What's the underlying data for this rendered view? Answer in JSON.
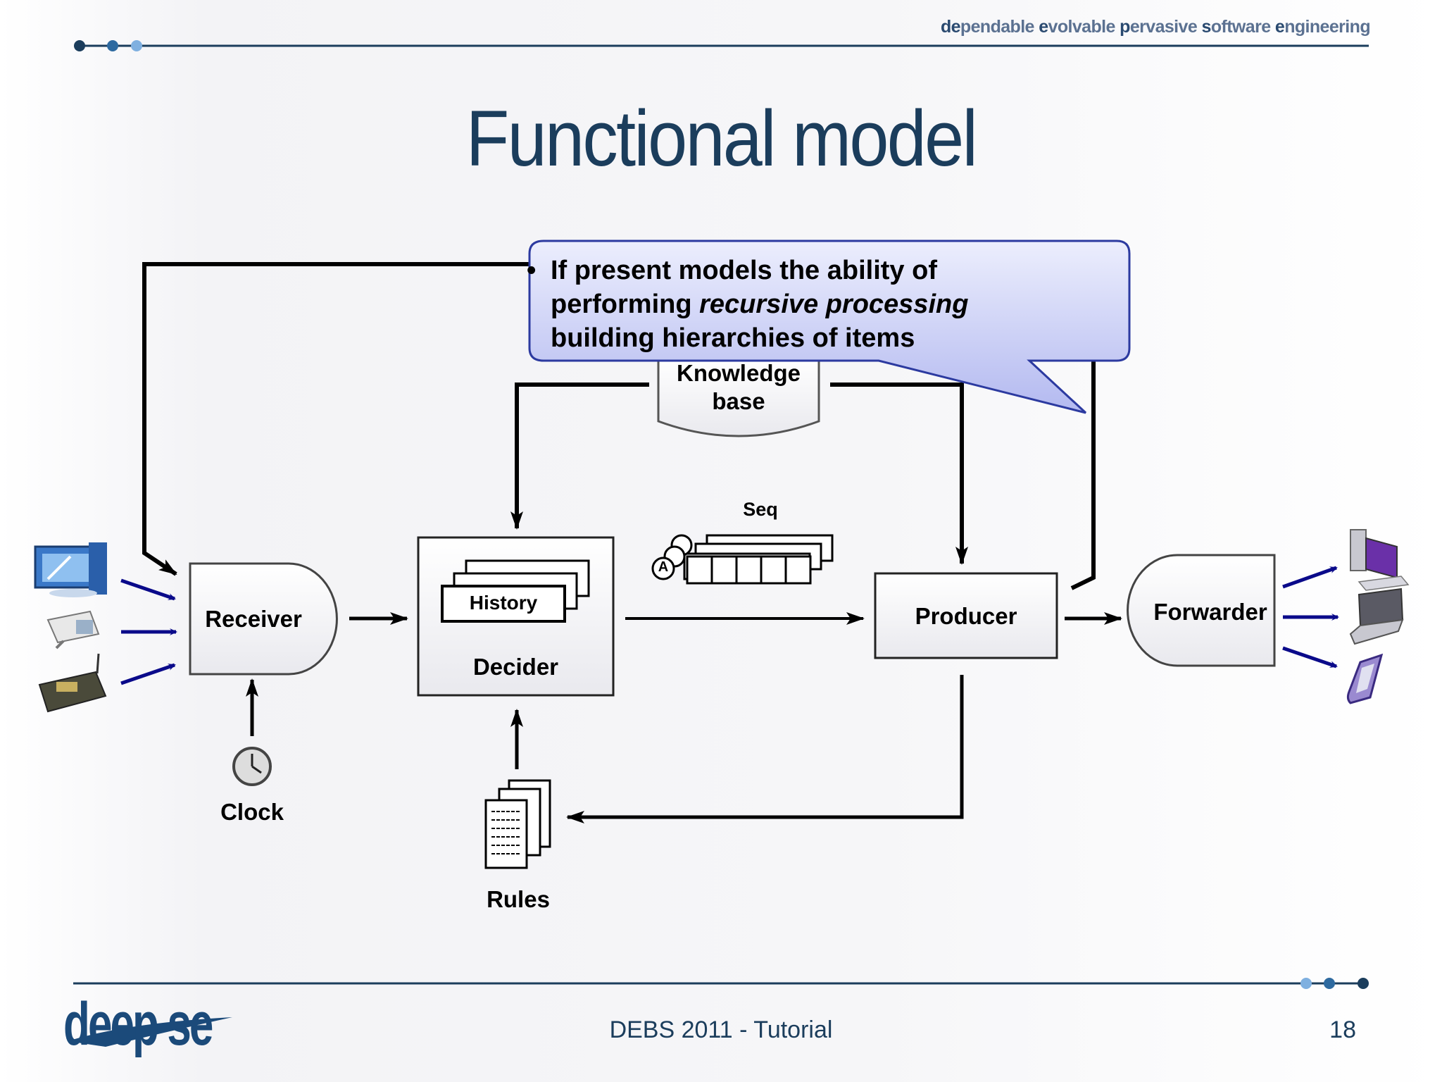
{
  "header": {
    "tagline_words": [
      {
        "initial": "de",
        "rest": "pendable"
      },
      {
        "initial": "e",
        "rest": "volvable"
      },
      {
        "initial": "p",
        "rest": "ervasive"
      },
      {
        "initial": "s",
        "rest": "oftware"
      },
      {
        "initial": "e",
        "rest": "ngineering"
      }
    ]
  },
  "title": "Functional model",
  "callout": {
    "bullet": "•",
    "line1": "If present models the ability of",
    "line2_prefix": "performing ",
    "line2_emph": "recursive processing",
    "line3": "building hierarchies of items"
  },
  "diagram": {
    "knowledge_base": [
      "Knowledge",
      "base"
    ],
    "seq_label": "Seq",
    "seq_token": "A",
    "receiver": "Receiver",
    "history": "History",
    "decider": "Decider",
    "producer": "Producer",
    "forwarder": "Forwarder",
    "clock": "Clock",
    "rules": "Rules"
  },
  "footer": {
    "event": "DEBS 2011 - Tutorial",
    "page": "18",
    "logo_text": "deep se"
  },
  "colors": {
    "accent_navy": "#1b3d5c",
    "arrow_blue": "#0a0a8a",
    "callout_fill": "#c9cdf5",
    "callout_border": "#2c3aa0"
  }
}
